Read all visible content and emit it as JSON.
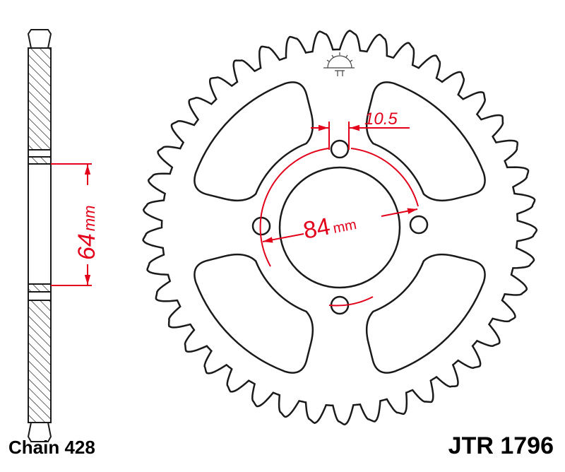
{
  "colors": {
    "outline": "#1a1a1a",
    "dimension": "#e3001b"
  },
  "sprocket": {
    "teeth": 41
  },
  "dimensions": {
    "bore_depth": {
      "value": "64",
      "unit": "mm"
    },
    "pcd": {
      "value": "84",
      "unit": "mm"
    },
    "bolt_hole": {
      "value": "10.5"
    }
  },
  "labels": {
    "chain": "Chain 428",
    "part_number": "JTR 1796"
  },
  "logo": {
    "icon": "sunrise-jt-logo-icon"
  }
}
